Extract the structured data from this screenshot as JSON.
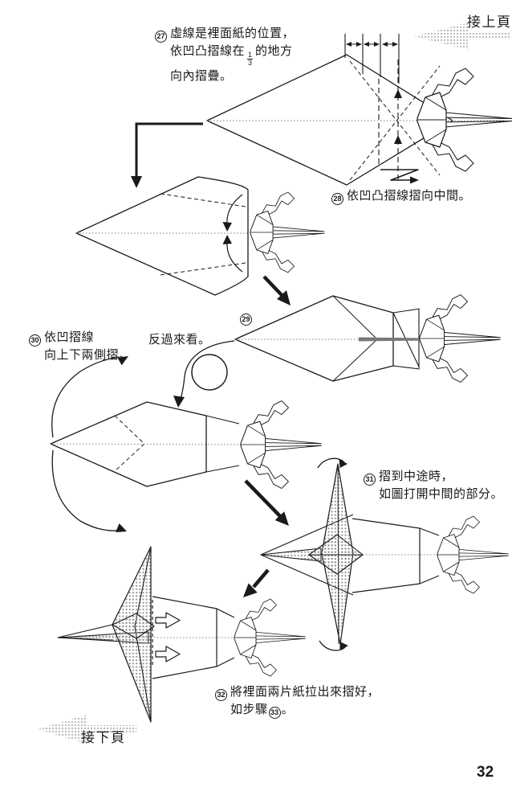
{
  "page": {
    "number": "32"
  },
  "nav": {
    "prev_label": "接上頁",
    "next_label": "接下頁"
  },
  "labels": {
    "turn_over": "反過來看。"
  },
  "steps": {
    "s27": {
      "num": "27",
      "line1": "虛線是裡面紙的位置，",
      "line2_pre": "依凹凸摺線在",
      "frac_num": "1",
      "frac_den": "3",
      "line2_post": "的地方",
      "line3": "向內摺疊。"
    },
    "s28": {
      "num": "28",
      "text": "依凹凸摺線摺向中間。"
    },
    "s29": {
      "num": "29"
    },
    "s30": {
      "num": "30",
      "line1": "依凹摺線",
      "line2": "向上下兩側摺。"
    },
    "s31": {
      "num": "31",
      "line1": "摺到中途時，",
      "line2": "如圖打開中間的部分。"
    },
    "s32": {
      "num": "32",
      "line1": "將裡面兩片紙拉出來摺好，",
      "line2_pre": "如步驟",
      "ref_num": "33",
      "line2_post": "。"
    }
  },
  "figures": {
    "diagram_27": "kite-base-marked-in-thirds",
    "diagram_28": "fold-edges-to-middle",
    "diagram_29": "folded-insect-body-front",
    "diagram_30": "turned-over-body-valley-folds",
    "diagram_31": "mid-fold-center-opened",
    "diagram_32": "pull-out-inner-flaps"
  },
  "colors": {
    "ink": "#1a1a1a",
    "halftone_dot": "#8f8f8f",
    "nav_arrow_dot": "#bdbdbd",
    "dotted_line": "#808080"
  }
}
